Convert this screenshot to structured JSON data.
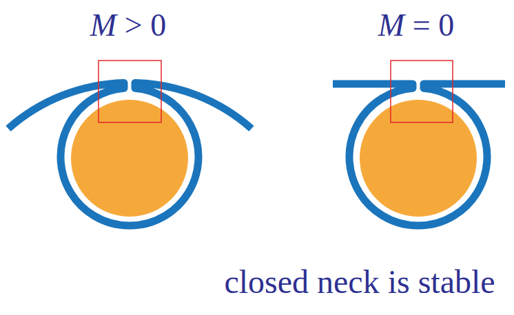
{
  "diagram": {
    "caption": "closed neck is stable",
    "labels": [
      "M > 0",
      "M = 0"
    ]
  }
}
